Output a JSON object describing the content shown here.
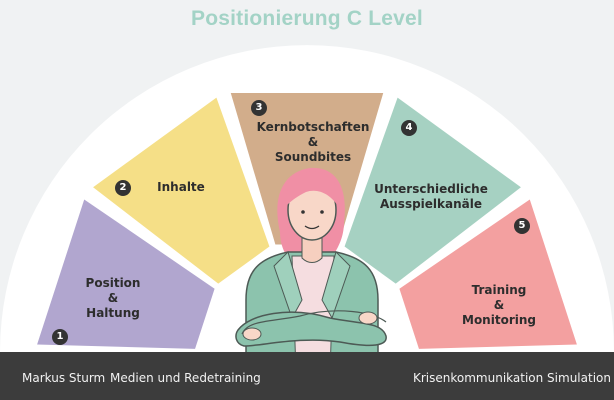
{
  "title": "Positionierung C Level",
  "segments": [
    {
      "number": "1",
      "lines": [
        "Position",
        "&",
        "Haltung"
      ],
      "color": "#b1a6cf"
    },
    {
      "number": "2",
      "lines": [
        "Inhalte"
      ],
      "color": "#f5df87"
    },
    {
      "number": "3",
      "lines": [
        "Kernbotschaften",
        "&",
        "Soundbites"
      ],
      "color": "#d2ad8b"
    },
    {
      "number": "4",
      "lines": [
        "Unterschiedliche",
        "Ausspielkanäle"
      ],
      "color": "#a6d1c2"
    },
    {
      "number": "5",
      "lines": [
        "Training",
        "&",
        "Monitoring"
      ],
      "color": "#f3a0a0"
    }
  ],
  "footer": {
    "name": "Markus Sturm",
    "subtitle": "Medien und Redetraining",
    "right": "Krisenkommunikation Simulation"
  },
  "colors": {
    "title": "#a3d3c6",
    "background": "#f0f2f3",
    "footer_bar": "#3c3c3c",
    "jacket": "#8cc3ad",
    "hair": "#f08fa5",
    "shirt": "#f5dde0"
  }
}
